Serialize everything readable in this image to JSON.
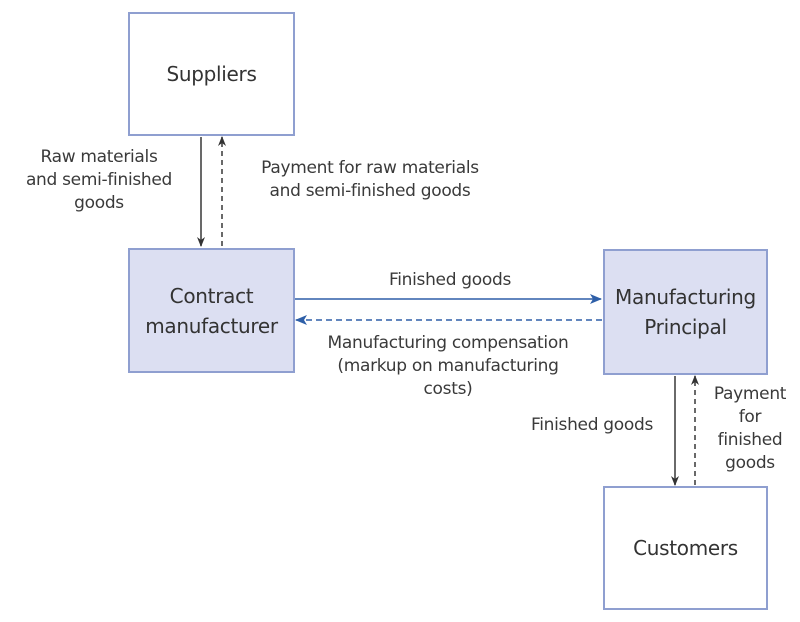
{
  "nodes": {
    "suppliers": "Suppliers",
    "contract_manufacturer": [
      "Contract",
      "manufacturer"
    ],
    "manufacturing_principal": [
      "Manufacturing",
      "Principal"
    ],
    "customers": "Customers"
  },
  "flows": {
    "supplier_to_cm": [
      "Raw materials",
      "and semi-finished",
      "goods"
    ],
    "cm_to_supplier": [
      "Payment for raw materials",
      "and semi-finished goods"
    ],
    "cm_to_mp": "Finished goods",
    "mp_to_cm": [
      "Manufacturing compensation",
      "(markup on manufacturing",
      "costs)"
    ],
    "mp_to_customers": "Finished goods",
    "customers_to_mp": [
      "Payment",
      "for",
      "finished",
      "goods"
    ]
  },
  "colors": {
    "box_border": "#8f9fd0",
    "box_fill": "#dcdff2",
    "arrow_dark": "#333333",
    "arrow_blue": "#2e5fa8"
  }
}
